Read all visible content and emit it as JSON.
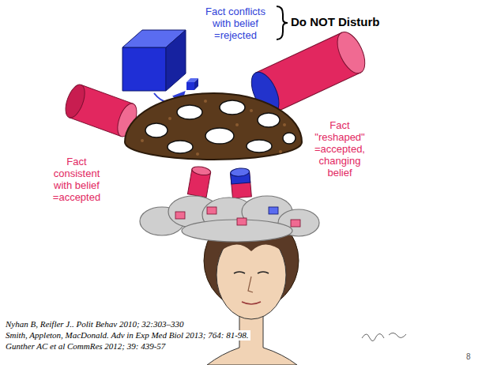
{
  "diagram": {
    "labels": [
      "Fact conflicts with belief =rejected",
      "Do NOT Disturb",
      "Fact consistent with belief =accepted",
      "Fact \"reshaped\" =accepted, changing belief",
      "Nyhan B, Reifler J.. Polit Behav 2010; 32:303–330",
      "Smith, Appleton, MacDonald. Adv in Exp Med Biol 2013; 764: 81-98.",
      "Gunther AC et al CommRes 2012; 39: 439-57",
      "8"
    ]
  }
}
